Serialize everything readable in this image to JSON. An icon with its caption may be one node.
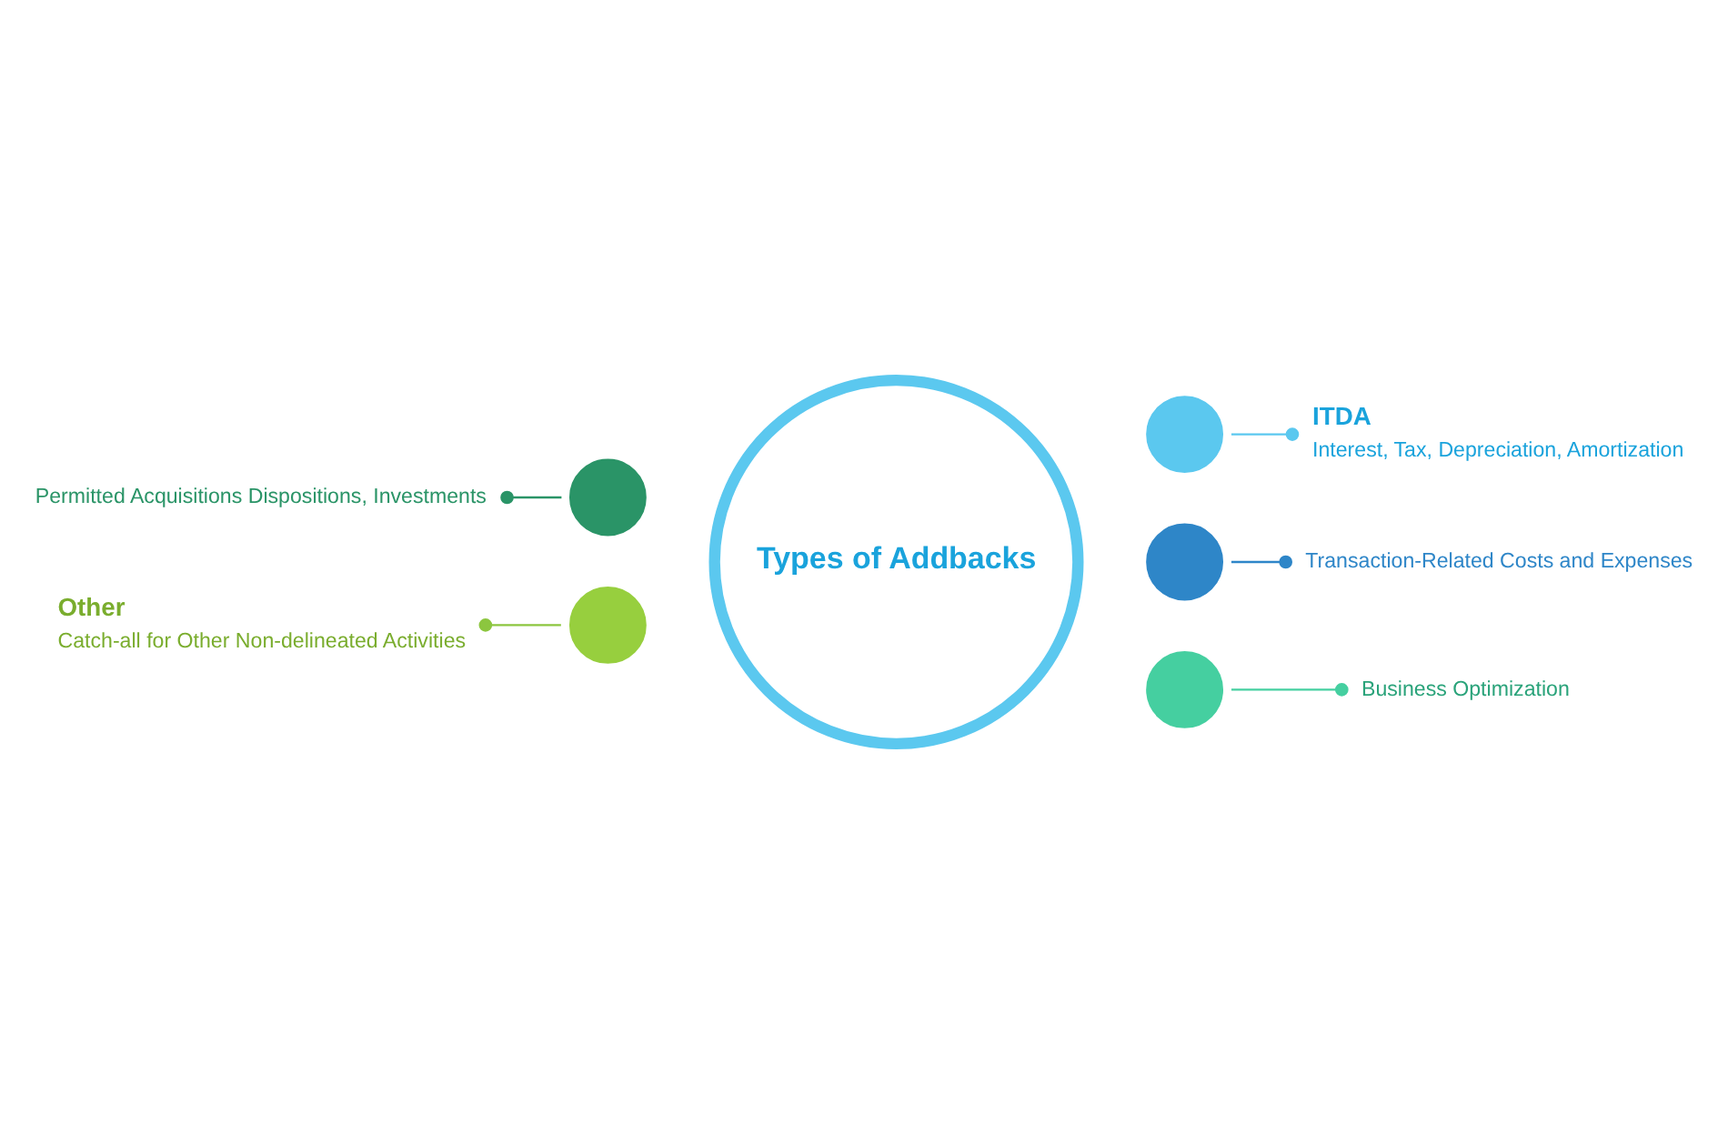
{
  "diagram": {
    "nodes": [
      {
        "text": [
          "Types of Addbacks"
        ]
      },
      {
        "text": [],
        "shape": "circle"
      },
      {
        "text": [],
        "shape": "circle"
      },
      {
        "text": [],
        "shape": "circle"
      },
      {
        "text": [],
        "shape": "circle"
      },
      {
        "text": [],
        "shape": "circle"
      },
      {
        "text": [
          "ITDA",
          "Interest, Tax, Depreciation, Amortization"
        ]
      },
      {
        "text": [
          "Transaction-Related Costs and Expenses"
        ]
      },
      {
        "text": [
          "Business Optimization"
        ]
      },
      {
        "text": [
          "Permitted Acquisitions Dispositions, Investments"
        ]
      },
      {
        "text": [
          "Other",
          "Catch-all for Other Non-delineated Activities"
        ]
      }
    ],
    "edges": [
      {
        "from": 6,
        "to": 1,
        "arrow": "other",
        "color": "#5bc8ef"
      },
      {
        "from": 7,
        "to": 2,
        "arrow": "other",
        "color": "#2e86c8"
      },
      {
        "from": 8,
        "to": 3,
        "arrow": "other",
        "color": "#45cfa0"
      },
      {
        "from": 9,
        "to": 4,
        "arrow": "other",
        "color": "#2a9467"
      },
      {
        "from": 10,
        "to": 5,
        "arrow": "other",
        "color": "#8cc63f"
      }
    ]
  }
}
